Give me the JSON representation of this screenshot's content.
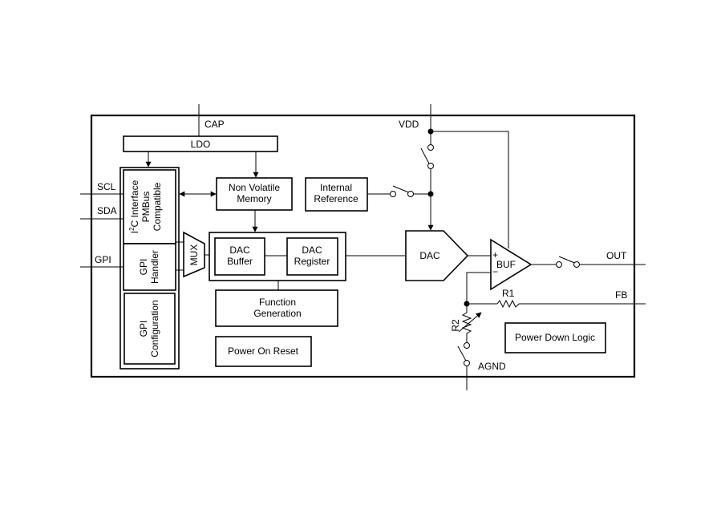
{
  "diagram": {
    "pins": {
      "cap": "CAP",
      "vdd": "VDD",
      "scl": "SCL",
      "sda": "SDA",
      "gpi": "GPI",
      "out": "OUT",
      "fb": "FB",
      "agnd": "AGND"
    },
    "blocks": {
      "ldo": "LDO",
      "i2c_line1": "C Interface",
      "i2c_prefix": "I",
      "i2c_sup": "2",
      "i2c_line2": "PMBus",
      "i2c_line3": "Compatible",
      "gpi_handler_line1": "GPI",
      "gpi_handler_line2": "Handler",
      "gpi_config_line1": "GPI",
      "gpi_config_line2": "Configuration",
      "mux": "MUX",
      "nvm_line1": "Non Volatile",
      "nvm_line2": "Memory",
      "int_ref_line1": "Internal",
      "int_ref_line2": "Reference",
      "dac_buffer_line1": "DAC",
      "dac_buffer_line2": "Buffer",
      "dac_register_line1": "DAC",
      "dac_register_line2": "Register",
      "func_gen_line1": "Function",
      "func_gen_line2": "Generation",
      "por": "Power On Reset",
      "dac": "DAC",
      "buf": "BUF",
      "buf_plus": "+",
      "buf_minus": "−",
      "r1": "R1",
      "r2": "R2",
      "pdl": "Power Down Logic"
    }
  }
}
